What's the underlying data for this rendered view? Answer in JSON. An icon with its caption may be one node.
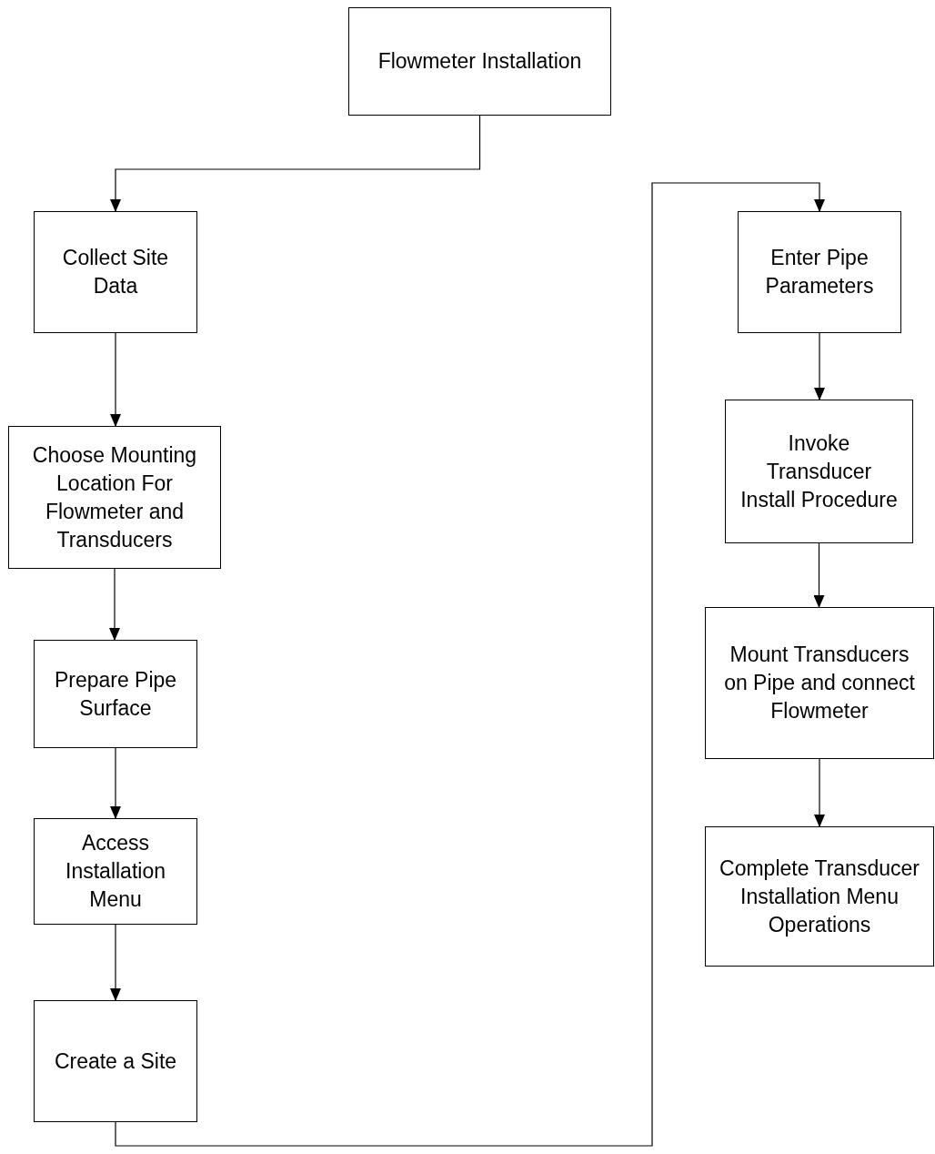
{
  "diagram": {
    "nodes": [
      {
        "text": [
          "Flowmeter Installation"
        ]
      },
      {
        "text": [
          "Collect Site Data"
        ]
      },
      {
        "text": [
          "Choose Mounting Location For Flowmeter and Transducers"
        ]
      },
      {
        "text": [
          "Prepare Pipe Surface"
        ]
      },
      {
        "text": [
          "Access Installation Menu"
        ]
      },
      {
        "text": [
          "Create a Site"
        ]
      },
      {
        "text": [
          "Enter Pipe Parameters"
        ]
      },
      {
        "text": [
          "Invoke Transducer Install Procedure"
        ]
      },
      {
        "text": [
          "Mount Transducers on Pipe and connect Flowmeter"
        ]
      },
      {
        "text": [
          "Complete Transducer Installation Menu Operations"
        ]
      }
    ],
    "edges": [
      {
        "from": 0,
        "to": 1,
        "arrow": "to"
      },
      {
        "from": 1,
        "to": 2,
        "arrow": "to"
      },
      {
        "from": 2,
        "to": 3,
        "arrow": "to"
      },
      {
        "from": 3,
        "to": 4,
        "arrow": "to"
      },
      {
        "from": 4,
        "to": 5,
        "arrow": "to"
      },
      {
        "from": 5,
        "to": 6,
        "arrow": "to"
      },
      {
        "from": 6,
        "to": 7,
        "arrow": "to"
      },
      {
        "from": 7,
        "to": 8,
        "arrow": "to"
      },
      {
        "from": 8,
        "to": 9,
        "arrow": "to"
      }
    ]
  }
}
